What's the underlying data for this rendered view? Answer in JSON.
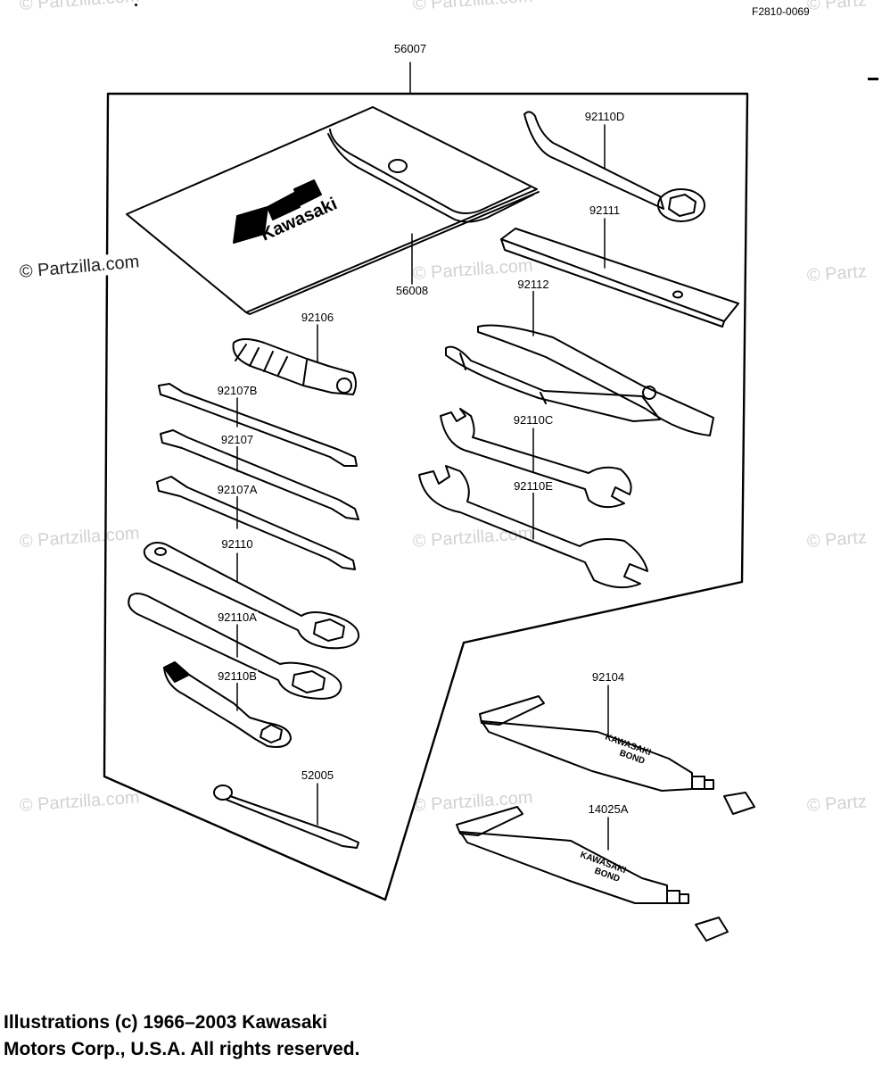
{
  "figure_id": "F2810-0069",
  "watermark": "© Partzilla.com",
  "watermark_clipped": "© Partz",
  "bag_logo_text": "Kawasaki",
  "tube_text": [
    "KAWASAKI",
    "BOND"
  ],
  "parts": {
    "p56007": "56007",
    "p56008": "56008",
    "p92110D": "92110D",
    "p92111": "92111",
    "p92112": "92112",
    "p92106": "92106",
    "p92107B": "92107B",
    "p92107": "92107",
    "p92107A": "92107A",
    "p92110": "92110",
    "p92110A": "92110A",
    "p92110B": "92110B",
    "p92110C": "92110C",
    "p92110E": "92110E",
    "p52005": "52005",
    "p92104": "92104",
    "p14025A": "14025A"
  },
  "copyright": {
    "line1": "Illustrations (c) 1966–2003 Kawasaki",
    "line2": "Motors Corp., U.S.A.  All rights reserved."
  }
}
